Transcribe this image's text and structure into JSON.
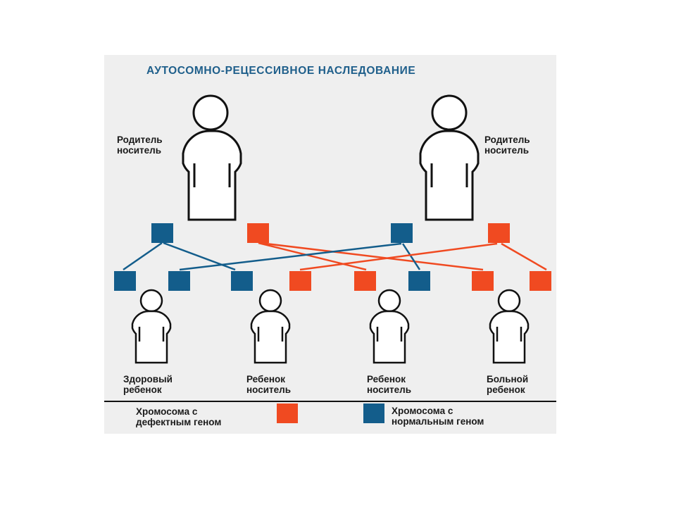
{
  "title": "АУТОСОМНО-РЕЦЕССИВНОЕ НАСЛЕДОВАНИЕ",
  "parents": [
    {
      "label": "Родитель\nноситель"
    },
    {
      "label": "Родитель\nноситель"
    }
  ],
  "children": [
    {
      "label": "Здоровый\nребенок"
    },
    {
      "label": "Ребенок\nноситель"
    },
    {
      "label": "Ребенок\nноситель"
    },
    {
      "label": "Больной\nребенок"
    }
  ],
  "legend": {
    "defective": {
      "label": "Хромосома с\nдефектным геном",
      "color": "#f04a21"
    },
    "normal": {
      "label": "Хромосома с\nнормальным геном",
      "color": "#135d8b"
    }
  },
  "colors": {
    "normal": "#135d8b",
    "defective": "#f04a21",
    "figure_stroke": "#111111",
    "panel": "#efefef",
    "title": "#1f5f8b"
  },
  "parent_chromosomes": [
    {
      "parent": 1,
      "allele": "normal"
    },
    {
      "parent": 1,
      "allele": "defective"
    },
    {
      "parent": 2,
      "allele": "normal"
    },
    {
      "parent": 2,
      "allele": "defective"
    }
  ],
  "child_chromosomes": [
    {
      "child": 1,
      "allele": "normal",
      "from_parent": 1
    },
    {
      "child": 1,
      "allele": "normal",
      "from_parent": 2
    },
    {
      "child": 2,
      "allele": "normal",
      "from_parent": 1
    },
    {
      "child": 2,
      "allele": "defective",
      "from_parent": 2
    },
    {
      "child": 3,
      "allele": "defective",
      "from_parent": 1
    },
    {
      "child": 3,
      "allele": "normal",
      "from_parent": 2
    },
    {
      "child": 4,
      "allele": "defective",
      "from_parent": 1
    },
    {
      "child": 4,
      "allele": "defective",
      "from_parent": 2
    }
  ]
}
